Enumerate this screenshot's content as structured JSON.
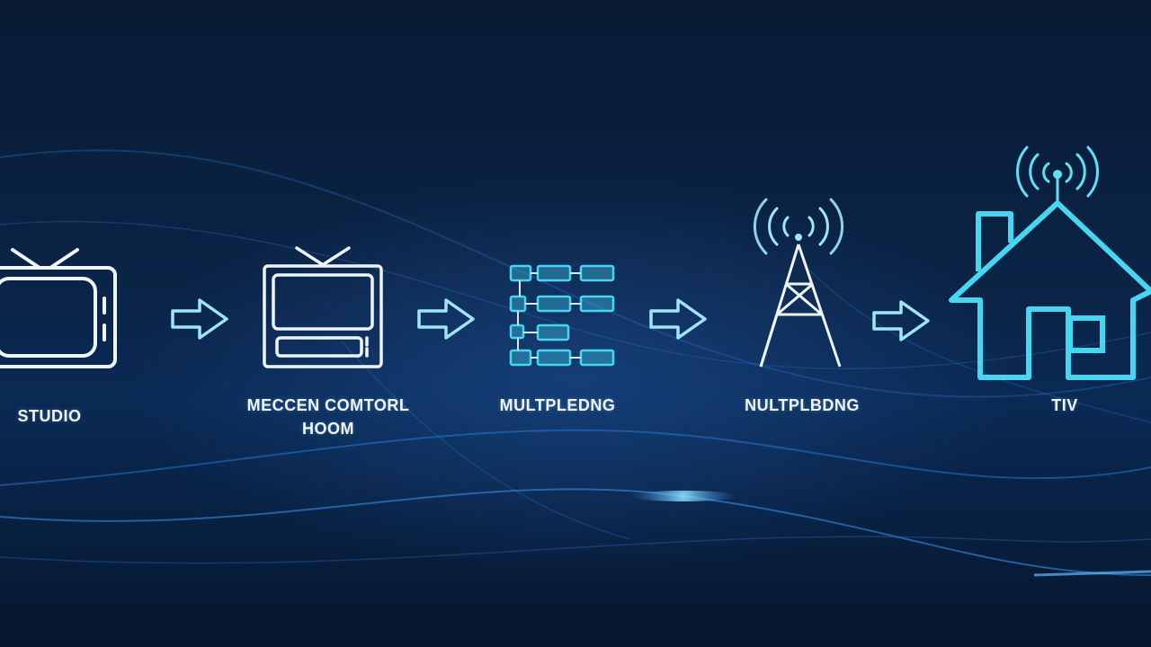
{
  "diagram": {
    "stages": [
      {
        "id": "studio",
        "label_lines": [
          "STUDIO"
        ],
        "icon": "tv-icon"
      },
      {
        "id": "master-control",
        "label_lines": [
          "MECCEN COMTORL",
          "HOOM"
        ],
        "icon": "tv-monitor-icon"
      },
      {
        "id": "multiplexing-1",
        "label_lines": [
          "MULTPLEDNG"
        ],
        "icon": "multiplexer-icon"
      },
      {
        "id": "multiplexing-2",
        "label_lines": [
          "NULTPLBDNG"
        ],
        "icon": "broadcast-tower-icon"
      },
      {
        "id": "home",
        "label_lines": [
          "TIV"
        ],
        "icon": "house-antenna-icon"
      }
    ],
    "connectors": [
      "arrow-right-icon",
      "arrow-right-icon",
      "arrow-right-icon",
      "arrow-right-icon"
    ]
  },
  "colors": {
    "background": "#07172d",
    "outline_white": "#eef4fb",
    "outline_cyan": "#46d6f2",
    "accent_cyan": "#5fe0f7",
    "label_text": "#f2f6fb"
  }
}
